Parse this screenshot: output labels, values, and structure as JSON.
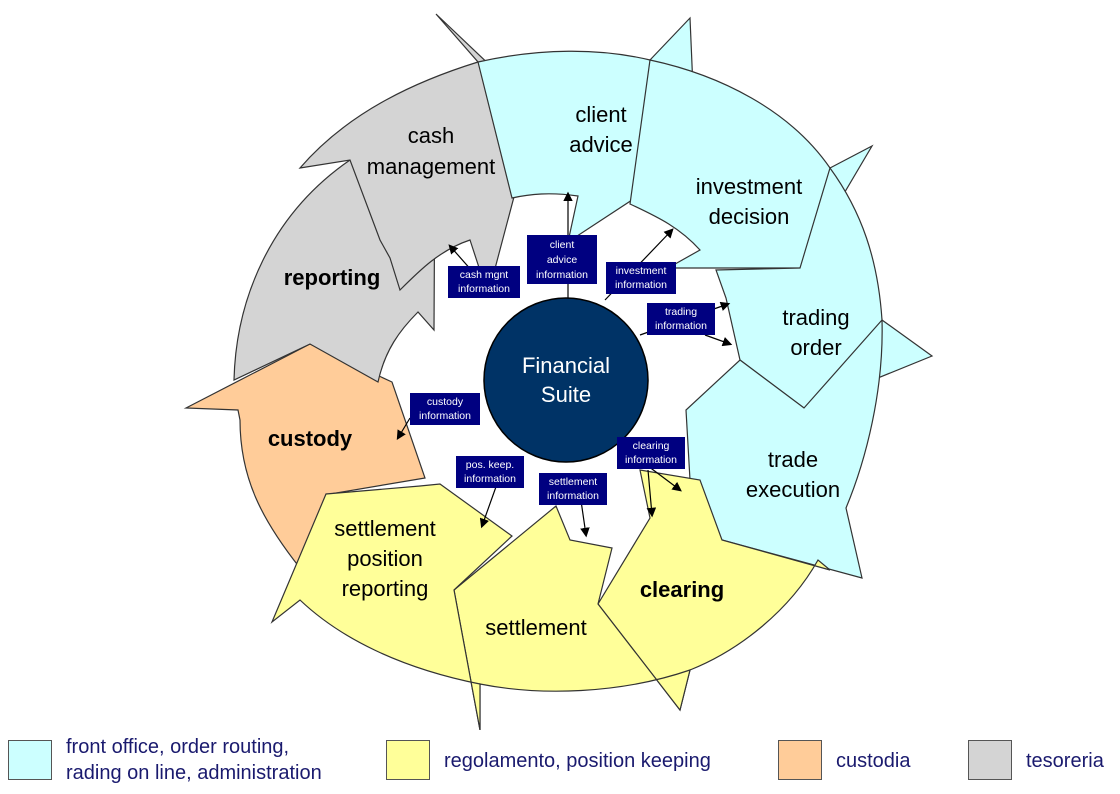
{
  "center": {
    "line1": "Financial",
    "line2": "Suite"
  },
  "colors": {
    "front_office": "#CCFFFF",
    "regolamento": "#FFFF99",
    "custodia": "#FFCC99",
    "tesoreria": "#D4D4D4",
    "info_box": "#000080",
    "center_fill": "#003366"
  },
  "stages": {
    "client_advice": [
      "client",
      "advice"
    ],
    "investment_decision": [
      "investment",
      "decision"
    ],
    "trading_order": [
      "trading",
      "order"
    ],
    "trade_execution": [
      "trade",
      "execution"
    ],
    "clearing": [
      "clearing"
    ],
    "settlement": [
      "settlement"
    ],
    "settlement_position_reporting": [
      "settlement",
      "position",
      "reporting"
    ],
    "custody": [
      "custody"
    ],
    "reporting": [
      "reporting"
    ],
    "cash_management": [
      "cash",
      "management"
    ]
  },
  "info_boxes": {
    "client_advice": [
      "client",
      "advice",
      "information"
    ],
    "investment": [
      "investment",
      "information"
    ],
    "trading": [
      "trading",
      "information"
    ],
    "clearing": [
      "clearing",
      "information"
    ],
    "settlement": [
      "settlement",
      "information"
    ],
    "pos_keep": [
      "pos. keep.",
      "information"
    ],
    "custody": [
      "custody",
      "information"
    ],
    "cash_mgnt": [
      "cash mgnt",
      "information"
    ]
  },
  "legend": {
    "front_office": "front office, order routing,\nrading on line, administration",
    "regolamento": "regolamento, position keeping",
    "custodia": "custodia",
    "tesoreria": "tesoreria"
  }
}
